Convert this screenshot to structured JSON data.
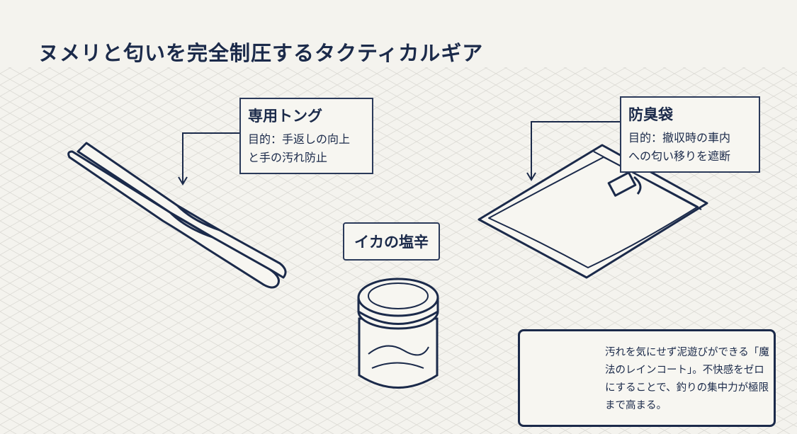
{
  "title": "ヌメリと匂いを完全制圧するタクティカルギア",
  "items": {
    "tongs": {
      "name": "専用トング",
      "purpose_line1": "目的：手返しの向上",
      "purpose_line2": "と手の汚れ防止"
    },
    "bag": {
      "name": "防臭袋",
      "purpose_line1": "目的：撤収時の車内",
      "purpose_line2": "への匂い移りを遮断"
    },
    "jar": {
      "name": "イカの塩辛"
    }
  },
  "info_box": {
    "icon": "raincoat-icon",
    "text": "汚れを気にせず泥遊びができる「魔法のレインコート」。不快感をゼロにすることで、釣りの集中力が極限まで高まる。"
  },
  "colors": {
    "navy": "#1b2a4a",
    "accent": "#e07b2a",
    "background": "#f4f3ee"
  }
}
